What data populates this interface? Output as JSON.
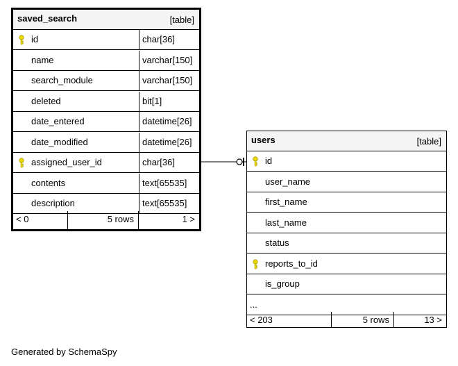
{
  "tables": [
    {
      "name": "saved_search",
      "type_tag": "[table]",
      "columns": [
        {
          "name": "id",
          "type": "char[36]",
          "key": true
        },
        {
          "name": "name",
          "type": "varchar[150]",
          "key": false
        },
        {
          "name": "search_module",
          "type": "varchar[150]",
          "key": false
        },
        {
          "name": "deleted",
          "type": "bit[1]",
          "key": false
        },
        {
          "name": "date_entered",
          "type": "datetime[26]",
          "key": false
        },
        {
          "name": "date_modified",
          "type": "datetime[26]",
          "key": false
        },
        {
          "name": "assigned_user_id",
          "type": "char[36]",
          "key": true
        },
        {
          "name": "contents",
          "type": "text[65535]",
          "key": false
        },
        {
          "name": "description",
          "type": "text[65535]",
          "key": false
        }
      ],
      "footer": {
        "left": "< 0",
        "middle": "5 rows",
        "right": "1 >"
      }
    },
    {
      "name": "users",
      "type_tag": "[table]",
      "columns": [
        {
          "name": "id",
          "key": true
        },
        {
          "name": "user_name",
          "key": false
        },
        {
          "name": "first_name",
          "key": false
        },
        {
          "name": "last_name",
          "key": false
        },
        {
          "name": "status",
          "key": false
        },
        {
          "name": "reports_to_id",
          "key": true
        },
        {
          "name": "is_group",
          "key": false
        }
      ],
      "more": "...",
      "footer": {
        "left": "< 203",
        "middle": "5 rows",
        "right": "13 >"
      }
    }
  ],
  "relationship": {
    "from": "saved_search.assigned_user_id",
    "to": "users.id"
  },
  "credit": "Generated by SchemaSpy",
  "colors": {
    "key_icon": "#e8d800",
    "header_bg": "#f4f4f4"
  }
}
